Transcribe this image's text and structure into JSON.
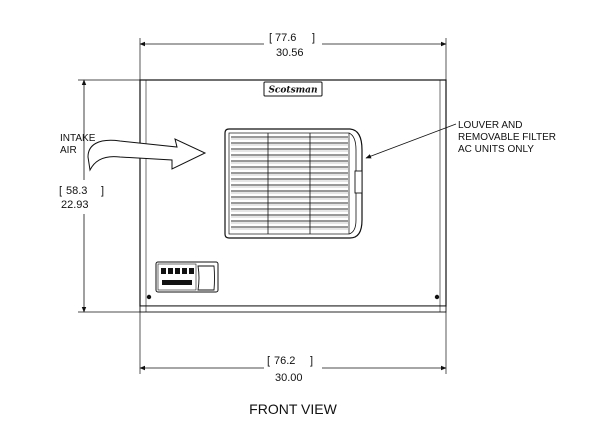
{
  "brand": "Scotsman",
  "dimensions": {
    "top_metric": "77.6",
    "top_inch": "30.56",
    "side_metric": "58.3",
    "side_inch": "22.93",
    "bottom_metric": "76.2",
    "bottom_inch": "30.00"
  },
  "labels": {
    "intake_line1": "INTAKE",
    "intake_line2": "AIR",
    "louver_line1": "LOUVER AND",
    "louver_line2": "REMOVABLE FILTER",
    "louver_line3": "AC UNITS ONLY"
  },
  "view_title": "FRONT VIEW"
}
